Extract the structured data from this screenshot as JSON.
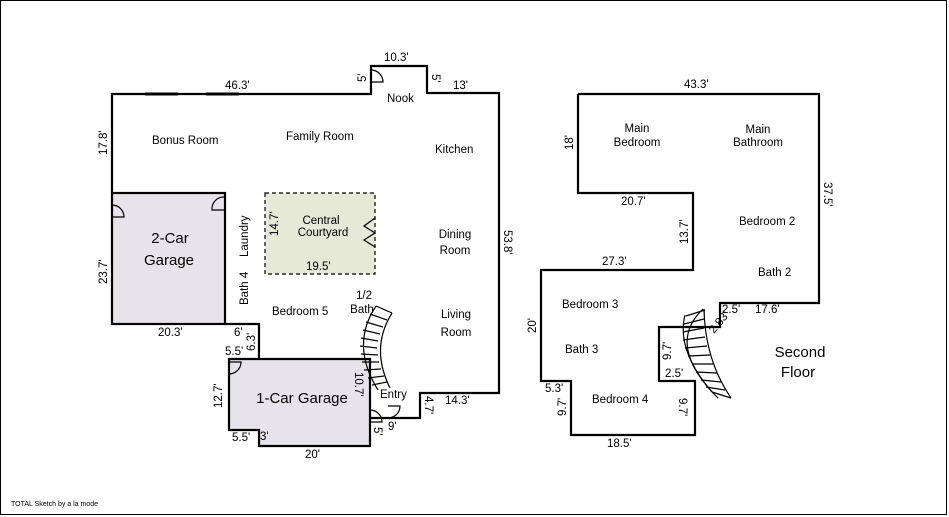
{
  "footer": "TOTAL Sketch by a la mode",
  "first_floor": {
    "rooms": {
      "bonus_room": "Bonus Room",
      "family_room": "Family Room",
      "nook": "Nook",
      "kitchen": "Kitchen",
      "courtyard_line1": "Central",
      "courtyard_line2": "Courtyard",
      "dining_line1": "Dining",
      "dining_line2": "Room",
      "garage2_line1": "2-Car",
      "garage2_line2": "Garage",
      "laundry": "Laundry",
      "bath4": "Bath 4",
      "bedroom5": "Bedroom 5",
      "half_bath_line1": "1/2",
      "half_bath_line2": "Bath",
      "living_line1": "Living",
      "living_line2": "Room",
      "garage1": "1-Car Garage",
      "entry": "Entry"
    },
    "dims": {
      "top_left": "46.3'",
      "nook_top": "10.3'",
      "nook_left": "5'",
      "nook_right": "5'",
      "top_right": "13'",
      "left_upper": "17.8'",
      "garage2_height": "23.7'",
      "garage2_width": "20.3'",
      "court_height": "14.7'",
      "court_width": "19.5'",
      "right_height": "53.8'",
      "step_6": "6'",
      "step_63": "6.3'",
      "step_55a": "5.5'",
      "garage1_height": "12.7'",
      "garage1_right": "10.7'",
      "step_55b": "5.5'",
      "step_3": "3'",
      "garage1_width": "20'",
      "entry_5": "5'",
      "entry_9": "9'",
      "entry_47": "4.7'",
      "bottom_right": "14.3'"
    }
  },
  "second_floor": {
    "title_line1": "Second",
    "title_line2": "Floor",
    "rooms": {
      "main_bedroom_line1": "Main",
      "main_bedroom_line2": "Bedroom",
      "main_bath_line1": "Main",
      "main_bath_line2": "Bathroom",
      "bedroom2": "Bedroom 2",
      "bath2": "Bath 2",
      "bedroom3": "Bedroom 3",
      "bath3": "Bath 3",
      "bedroom4": "Bedroom 4"
    },
    "dims": {
      "top": "43.3'",
      "left_18": "18'",
      "right_375": "37.5'",
      "step_207": "20.7'",
      "step_137": "13.7'",
      "step_273": "27.3'",
      "left_20": "20'",
      "step_25a": "2.5'",
      "step_176": "17.6'",
      "stair_283": "2.83'",
      "step_97a": "9.7'",
      "step_25b": "2.5'",
      "step_53": "5.3'",
      "step_97b": "9.7'",
      "step_97c": "9.7'",
      "bottom_185": "18.5'"
    }
  }
}
